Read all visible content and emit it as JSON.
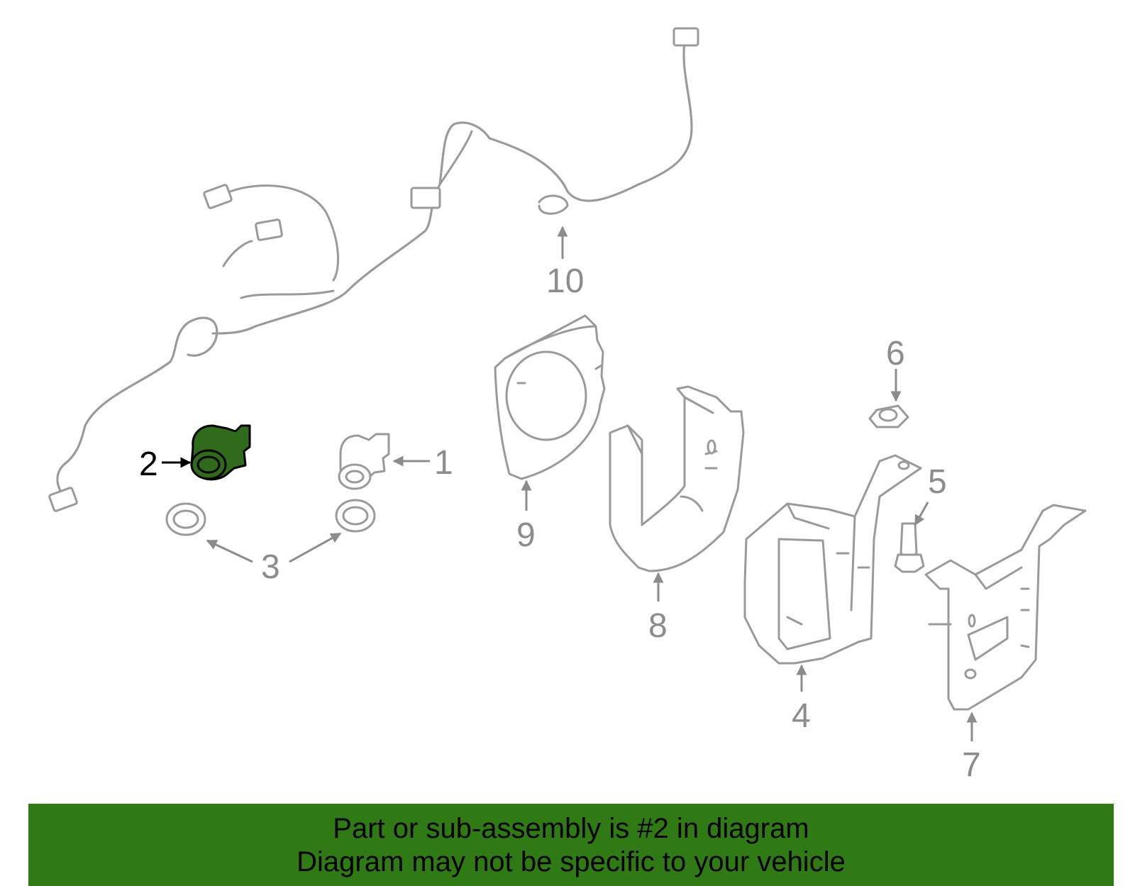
{
  "callouts": {
    "c1": "1",
    "c2": "2",
    "c3": "3",
    "c4": "4",
    "c5": "5",
    "c6": "6",
    "c7": "7",
    "c8": "8",
    "c9": "9",
    "c10": "10"
  },
  "highlighted_part": "2",
  "colors": {
    "highlight": "#2f6b1b",
    "banner": "#2f7a15",
    "line_art": "#9a9a9a"
  },
  "banner": {
    "line1": "Part or sub-assembly is #2 in diagram",
    "line2": "Diagram may not be specific to your vehicle"
  }
}
